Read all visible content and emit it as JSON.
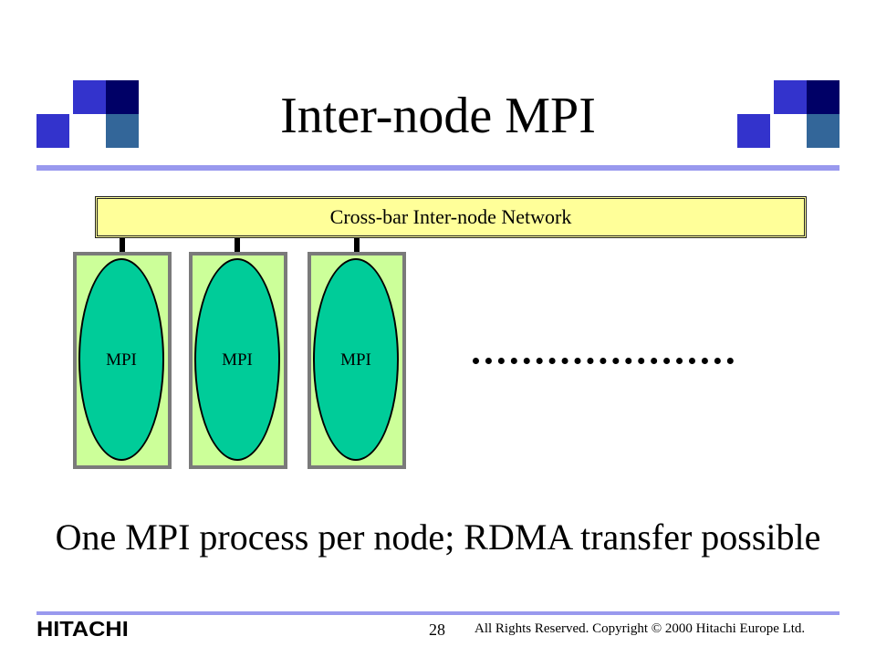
{
  "title": "Inter-node MPI",
  "network": {
    "label": "Cross-bar Inter-node Network"
  },
  "nodes": [
    {
      "process_label": "MPI"
    },
    {
      "process_label": "MPI"
    },
    {
      "process_label": "MPI"
    }
  ],
  "statement": "One MPI process per node; RDMA transfer possible",
  "footer": {
    "logo": "HITACHI",
    "page_number": "28",
    "copyright": "All Rights Reserved. Copyright © 2000 Hitachi Europe Ltd."
  },
  "colors": {
    "network_fill": "#ffff99",
    "node_fill": "#ccff99",
    "process_fill": "#00cc99",
    "rule": "#9999ee",
    "decoration_blue": "#3333cc",
    "decoration_navy": "#000066",
    "decoration_steel": "#336699"
  },
  "icons": [
    "decorative-squares-left-icon",
    "decorative-squares-right-icon"
  ]
}
